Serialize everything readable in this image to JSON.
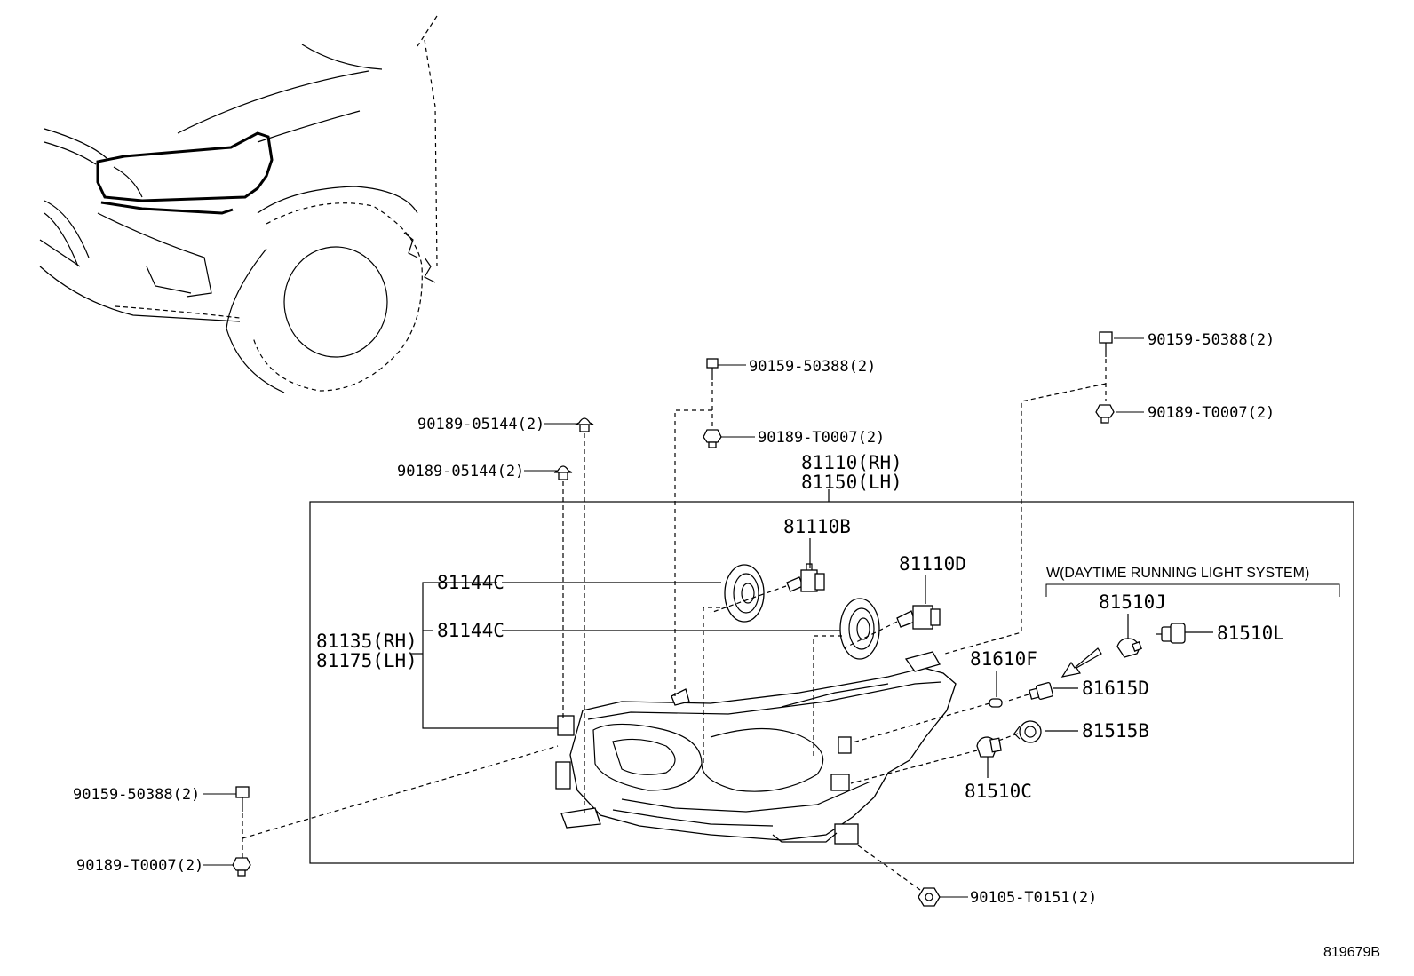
{
  "diagram": {
    "figure_id": "819679B",
    "assembly": {
      "rh": "81110(RH)",
      "lh": "81150(LH)"
    },
    "housing": {
      "rh": "81135(RH)",
      "lh": "81175(LH)"
    },
    "drl_condition": "W(DAYTIME RUNNING LIGHT SYSTEM)",
    "parts": {
      "p81144c_a": "81144C",
      "p81144c_b": "81144C",
      "p81110b": "81110B",
      "p81110d": "81110D",
      "p81510j": "81510J",
      "p81510l": "81510L",
      "p81610f": "81610F",
      "p81615d": "81615D",
      "p81515b": "81515B",
      "p81510c": "81510C"
    },
    "fasteners": {
      "clip_top_a": "90189-05144(2)",
      "clip_top_b": "90189-05144(2)",
      "bolt_mid": "90159-50388(2)",
      "nut_mid": "90189-T0007(2)",
      "bolt_right": "90159-50388(2)",
      "nut_right": "90189-T0007(2)",
      "bolt_left": "90159-50388(2)",
      "nut_left": "90189-T0007(2)",
      "screw_bottom": "90105-T0151(2)"
    }
  }
}
